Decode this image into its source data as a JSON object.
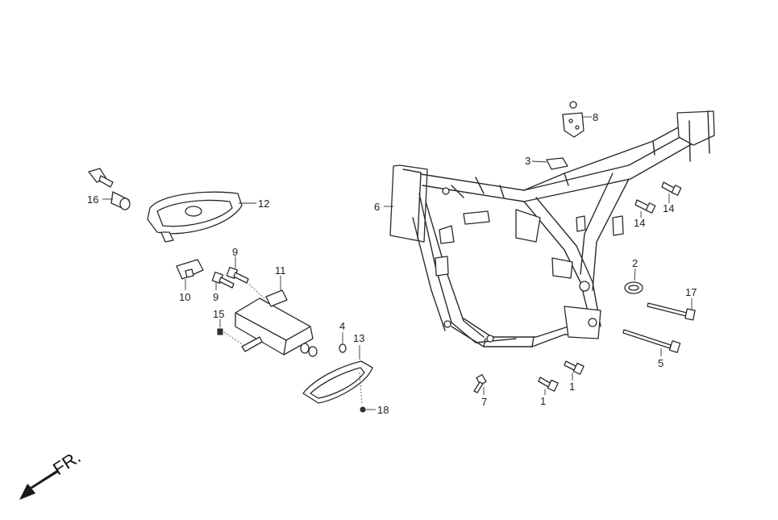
{
  "direction_label": "FR.",
  "callouts": [
    {
      "id": "c1a",
      "text": "1"
    },
    {
      "id": "c1b",
      "text": "1"
    },
    {
      "id": "c2",
      "text": "2"
    },
    {
      "id": "c3",
      "text": "3"
    },
    {
      "id": "c4",
      "text": "4"
    },
    {
      "id": "c5",
      "text": "5"
    },
    {
      "id": "c6",
      "text": "6"
    },
    {
      "id": "c7",
      "text": "7"
    },
    {
      "id": "c8",
      "text": "8"
    },
    {
      "id": "c9a",
      "text": "9"
    },
    {
      "id": "c9b",
      "text": "9"
    },
    {
      "id": "c10",
      "text": "10"
    },
    {
      "id": "c11",
      "text": "11"
    },
    {
      "id": "c12",
      "text": "12"
    },
    {
      "id": "c13",
      "text": "13"
    },
    {
      "id": "c14a",
      "text": "14"
    },
    {
      "id": "c14b",
      "text": "14"
    },
    {
      "id": "c15",
      "text": "15"
    },
    {
      "id": "c16",
      "text": "16"
    },
    {
      "id": "c17",
      "text": "17"
    },
    {
      "id": "c18",
      "text": "18"
    }
  ],
  "colors": {
    "line": "#2a2a2a",
    "background": "#ffffff",
    "arrow": "#1a1a1a"
  }
}
